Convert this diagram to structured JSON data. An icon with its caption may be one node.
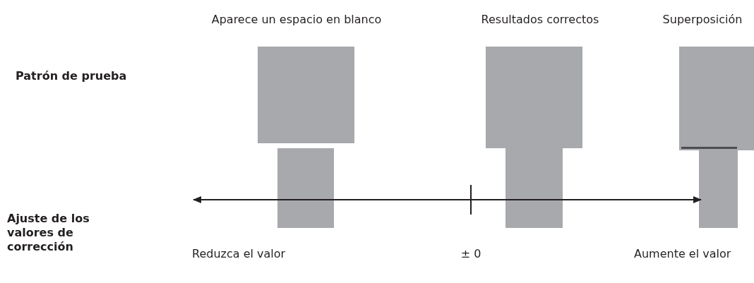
{
  "diagram": {
    "labels": [
      "Aparece un espacio en blanco",
      "Resultados correctos",
      "Superposición",
      "Patrón de prueba",
      "Ajuste de los valores de corrección",
      "Reduzca el valor",
      "± 0",
      "Aumente el valor"
    ]
  }
}
